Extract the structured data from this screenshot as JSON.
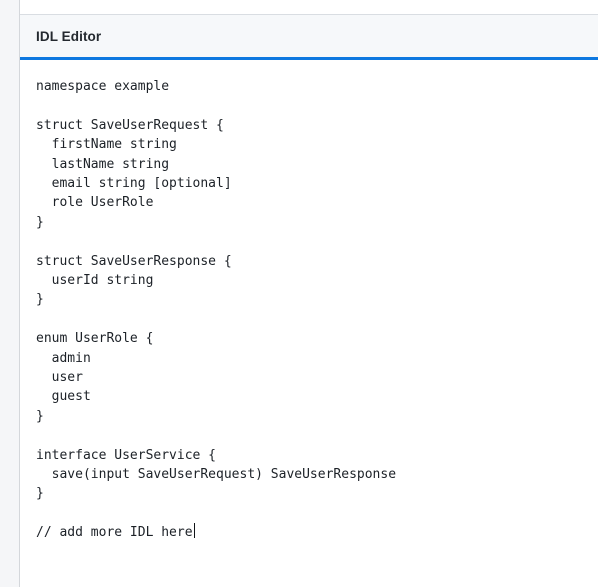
{
  "panel": {
    "header": {
      "title": "IDL Editor"
    },
    "editor": {
      "lines": [
        "namespace example",
        "",
        "struct SaveUserRequest {",
        "  firstName string",
        "  lastName string",
        "  email string [optional]",
        "  role UserRole",
        "}",
        "",
        "struct SaveUserResponse {",
        "  userId string",
        "}",
        "",
        "enum UserRole {",
        "  admin",
        "  user",
        "  guest",
        "}",
        "",
        "interface UserService {",
        "  save(input SaveUserRequest) SaveUserResponse",
        "}",
        "",
        "// add more IDL here"
      ],
      "caret_line_index": 23
    }
  },
  "colors": {
    "accent_blue": "#0d78e0",
    "header_bg": "#f6f8fa",
    "header_text": "#24292f",
    "code_text": "#1c2127",
    "border": "#d9dde2",
    "gutter_border": "#d4d7db",
    "gutter_bg": "#f5f6f8",
    "page_bg": "#ffffff"
  }
}
